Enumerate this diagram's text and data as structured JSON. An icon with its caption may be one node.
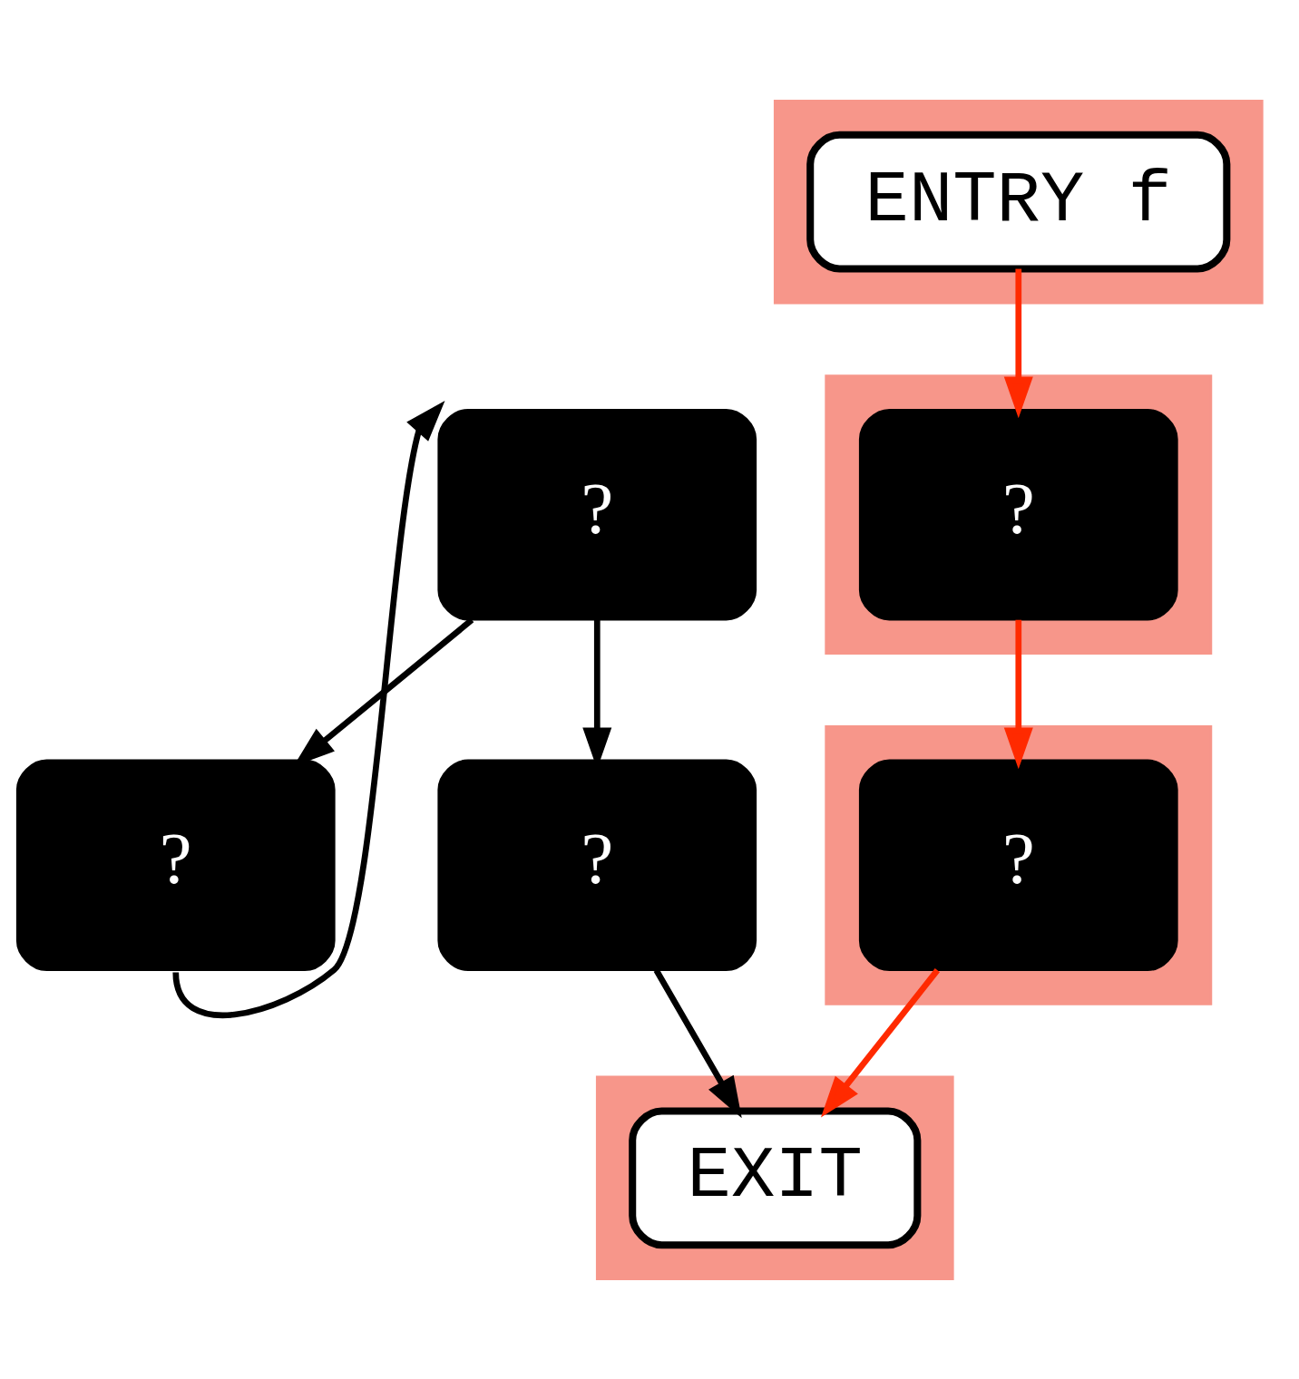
{
  "diagram": {
    "nodes": [
      {
        "text": [],
        "shape": "box"
      },
      {
        "text": [
          "ENTRY f"
        ],
        "in": 0
      },
      {
        "text": [
          "?"
        ]
      },
      {
        "text": [],
        "shape": "box"
      },
      {
        "text": [
          "?"
        ],
        "in": 3
      },
      {
        "text": [
          "?"
        ]
      },
      {
        "text": [
          "?"
        ]
      },
      {
        "text": [],
        "shape": "box"
      },
      {
        "text": [
          "?"
        ],
        "in": 7
      },
      {
        "text": [],
        "shape": "box"
      },
      {
        "text": [
          "EXIT"
        ],
        "in": 9
      }
    ],
    "edges": [
      {
        "from": 1,
        "to": 4,
        "arrow": "to",
        "color": "#ff2a00"
      },
      {
        "from": 2,
        "to": 5,
        "arrow": "to"
      },
      {
        "from": 2,
        "to": 6,
        "arrow": "to"
      },
      {
        "from": 5,
        "to": 2,
        "arrow": "to"
      },
      {
        "from": 4,
        "to": 8,
        "arrow": "to",
        "color": "#ff2a00"
      },
      {
        "from": 6,
        "to": 10,
        "arrow": "to"
      },
      {
        "from": 8,
        "to": 10,
        "arrow": "to",
        "color": "#ff2a00"
      }
    ]
  }
}
